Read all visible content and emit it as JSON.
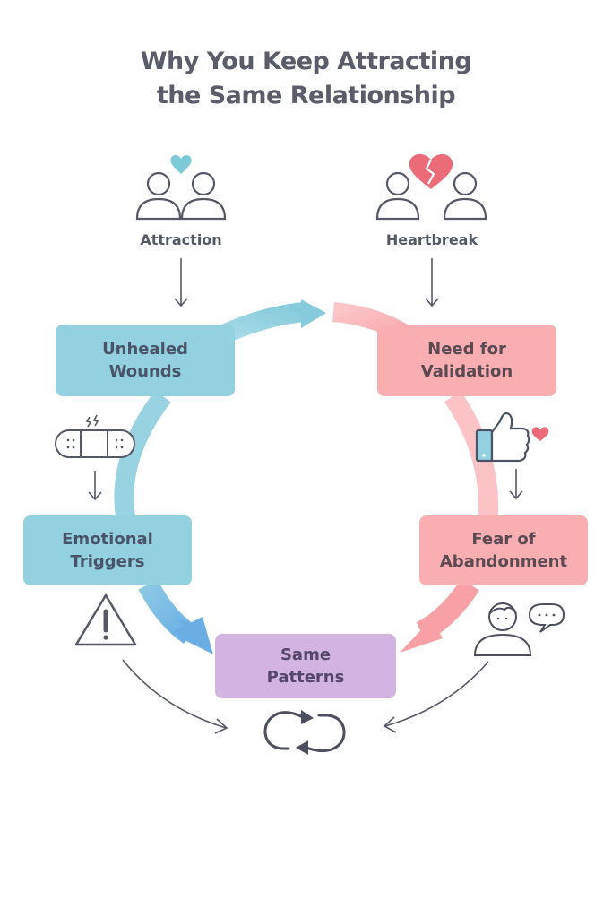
{
  "title": {
    "line1": "Why You Keep Attracting",
    "line2": "the Same Relationship"
  },
  "top_labels": {
    "attraction": "Attraction",
    "heartbreak": "Heartbreak"
  },
  "nodes": {
    "unhealed_wounds": {
      "line1": "Unhealed",
      "line2": "Wounds"
    },
    "need_for_validation": {
      "line1": "Need for",
      "line2": "Validation"
    },
    "emotional_triggers": {
      "line1": "Emotional",
      "line2": "Triggers"
    },
    "fear_of_abandonment": {
      "line1": "Fear of",
      "line2": "Abandonment"
    },
    "same_patterns": {
      "line1": "Same",
      "line2": "Patterns"
    }
  },
  "icons": {
    "attraction": "couple-with-heart-icon",
    "heartbreak": "couple-with-broken-heart-icon",
    "wounds": "bandage-icon",
    "validation": "thumbs-up-heart-icon",
    "triggers": "warning-icon",
    "abandonment": "person-speech-bubble-icon",
    "cycle": "cycle-arrows-icon"
  },
  "colors": {
    "blue": "#93d1e0",
    "pink": "#f9aeb2",
    "purple": "#d3b3e2",
    "heart_blue": "#7ccad8",
    "heart_red": "#ec6b78",
    "ink": "#4d4f5e"
  }
}
